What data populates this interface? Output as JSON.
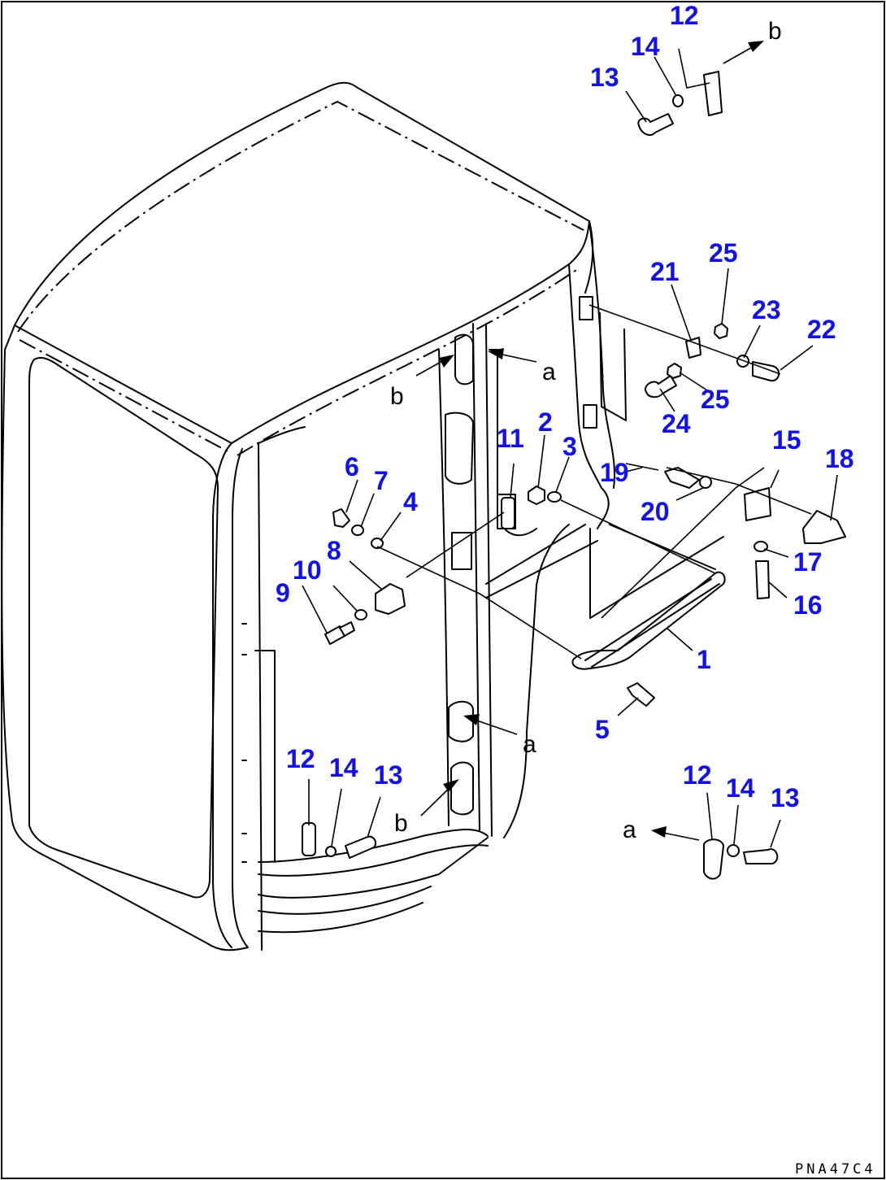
{
  "diagram": {
    "drawing_code": "PNA47C4",
    "view_refs": {
      "a": "a",
      "b": "b"
    },
    "part_numbers": {
      "p1": "1",
      "p2": "2",
      "p3": "3",
      "p4": "4",
      "p5": "5",
      "p6": "6",
      "p7": "7",
      "p8": "8",
      "p9": "9",
      "p10": "10",
      "p11": "11",
      "p12": "12",
      "p13": "13",
      "p14": "14",
      "p15": "15",
      "p16": "16",
      "p17": "17",
      "p18": "18",
      "p19": "19",
      "p20": "20",
      "p21": "21",
      "p22": "22",
      "p23": "23",
      "p24": "24",
      "p25": "25"
    },
    "colors": {
      "callout": "#1010f0",
      "line": "#000000",
      "background": "#ffffff"
    }
  }
}
